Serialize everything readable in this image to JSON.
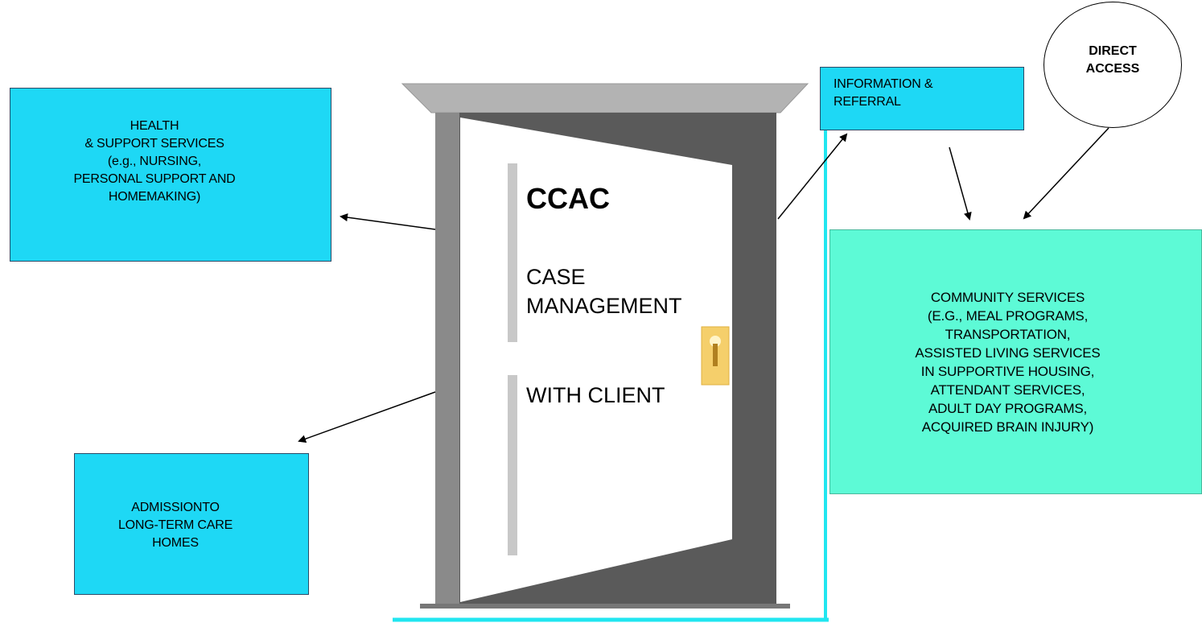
{
  "boxes": {
    "health": "HEALTH\n& SUPPORT SERVICES\n(e.g., NURSING,\nPERSONAL SUPPORT AND\nHOMEMAKING)",
    "admission": "ADMISSIONTO\nLONG-TERM CARE\nHOMES",
    "info": "INFORMATION &\nREFERRAL",
    "community": "COMMUNITY SERVICES\n(E.G., MEAL PROGRAMS,\nTRANSPORTATION,\nASSISTED LIVING SERVICES\nIN SUPPORTIVE HOUSING,\nATTENDANT SERVICES,\nADULT DAY PROGRAMS,\nACQUIRED BRAIN INJURY)",
    "direct": "DIRECT\nACCESS"
  },
  "door": {
    "title": "CCAC",
    "subtitle": "CASE\nMANAGEMENT",
    "with_client": "WITH CLIENT"
  },
  "colors": {
    "service_box": "#1ed8f5",
    "community_box": "#5dfad6",
    "door_frame": "#5a5a5a",
    "door_leaf": "#ffffff",
    "knob": "#f2c14e"
  }
}
